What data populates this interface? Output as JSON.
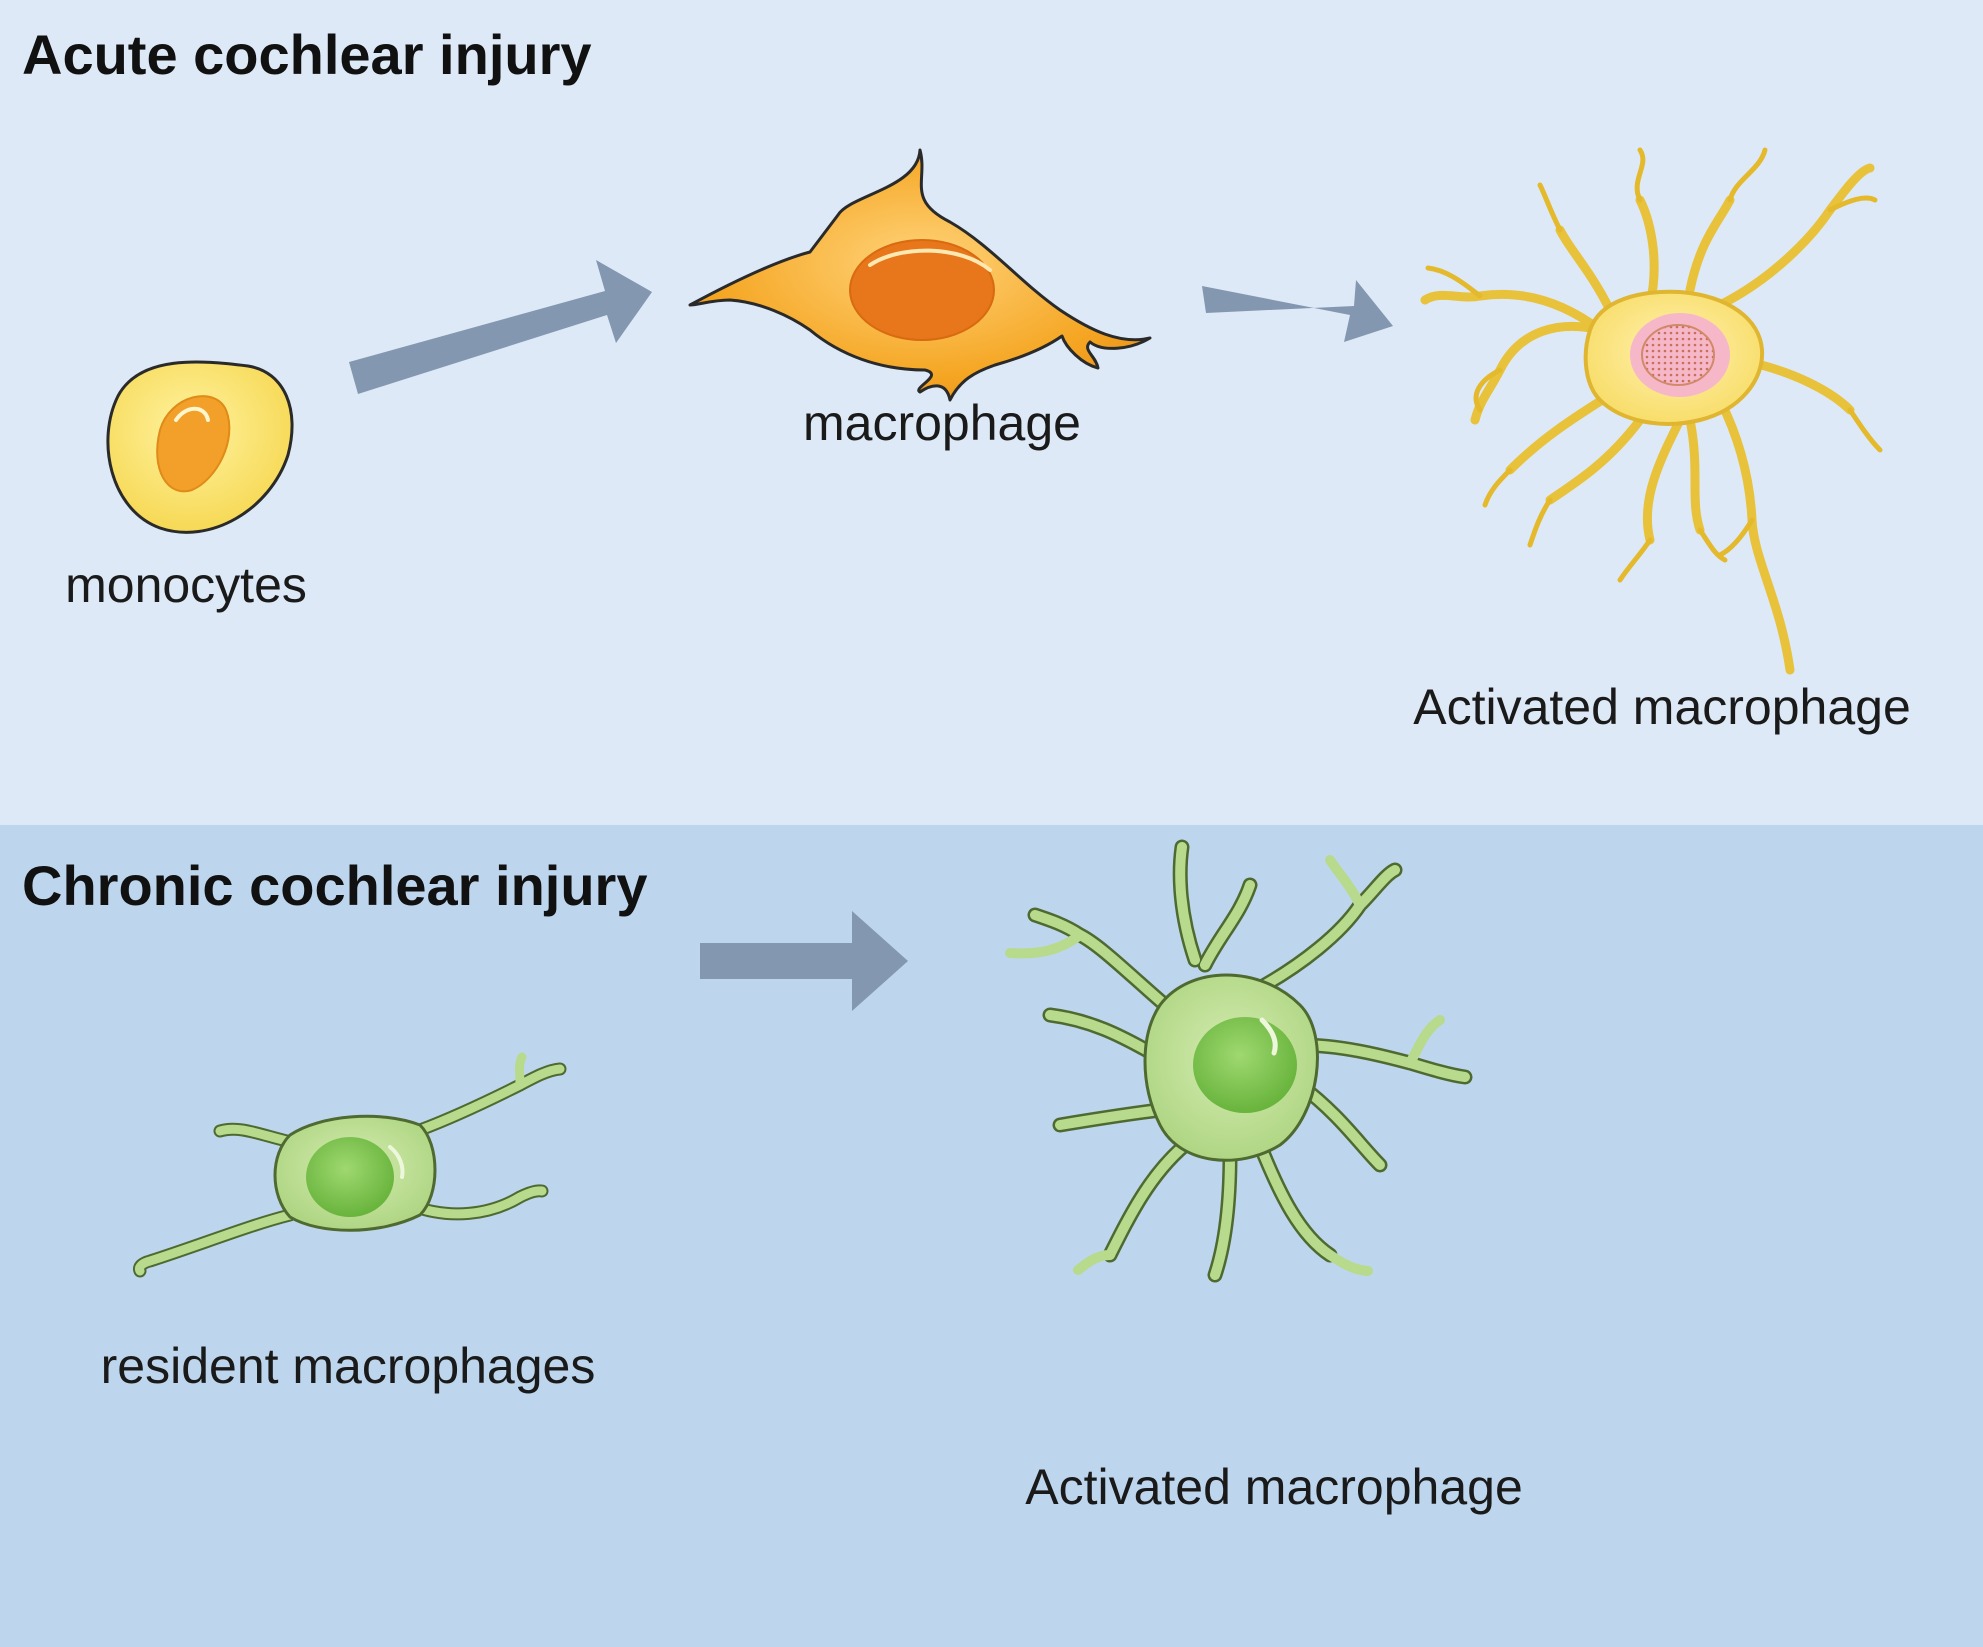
{
  "acute": {
    "title": "Acute cochlear injury",
    "cells": [
      {
        "label": "monocytes",
        "icon": "monocyte-cell-icon"
      },
      {
        "label": "macrophage",
        "icon": "macrophage-cell-icon"
      },
      {
        "label": "Activated macrophage",
        "icon": "activated-macrophage-yellow-icon"
      }
    ]
  },
  "chronic": {
    "title": "Chronic cochlear injury",
    "cells": [
      {
        "label": "resident macrophages",
        "icon": "resident-macrophage-green-icon"
      },
      {
        "label": "Activated macrophage",
        "icon": "activated-macrophage-green-icon"
      }
    ]
  },
  "colors": {
    "acute_background": "#dde9f6",
    "chronic_background": "#bdd6ee",
    "arrow": "#8497b0",
    "monocyte_body": "#f9df5e",
    "macrophage_body": "#f4a21f",
    "activated_acute_body": "#f7de6a",
    "chronic_cell_body": "#b4d98a",
    "chronic_nucleus": "#6fbd3e"
  }
}
